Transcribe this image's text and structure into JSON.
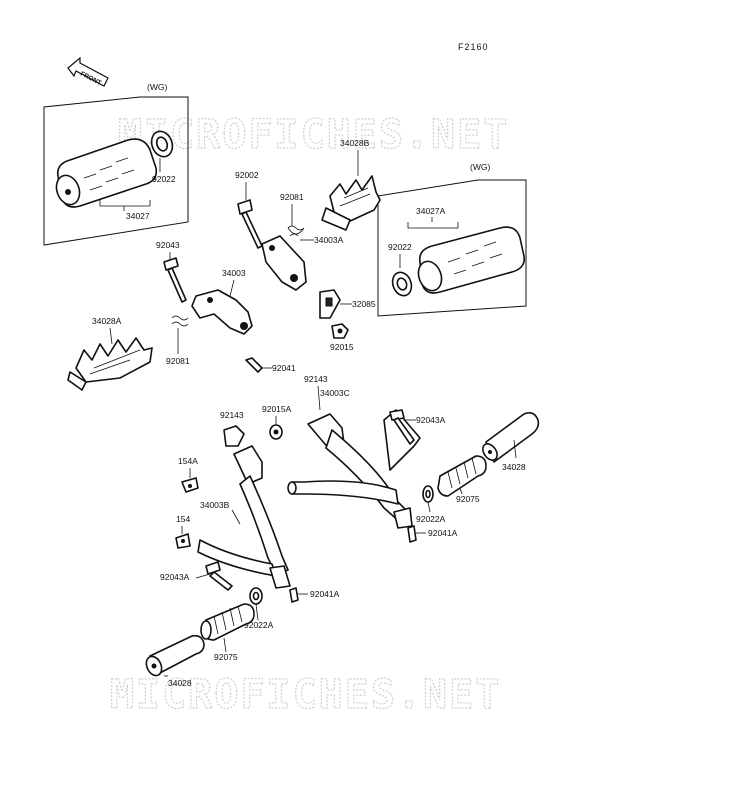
{
  "diagram": {
    "figure_code": "F2160",
    "front_label": "FRONT",
    "watermark": "MICROFICHES.NET",
    "groups": [
      {
        "label": "(WG)"
      },
      {
        "label": "(WG)"
      }
    ],
    "parts": {
      "p34027": "34027",
      "p92022_left": "92022",
      "p34028B": "34028B",
      "p92002": "92002",
      "p92081_top": "92081",
      "p34003A": "34003A",
      "p34027A": "34027A",
      "p92022_right": "92022",
      "p92043": "92043",
      "p34003": "34003",
      "p32085": "32085",
      "p34028A": "34028A",
      "p92015": "92015",
      "p92081_bottom": "92081",
      "p92041_top": "92041",
      "p92143_top": "92143",
      "p34003C": "34003C",
      "p92143_mid": "92143",
      "p92015A": "92015A",
      "p92043A_right": "92043A",
      "p154A": "154A",
      "p34028_right": "34028",
      "p34003B": "34003B",
      "p92075_right": "92075",
      "p92022A_right": "92022A",
      "p154": "154",
      "p92041A_right": "92041A",
      "p92043A_left": "92043A",
      "p92041A_left": "92041A",
      "p92022A_left": "92022A",
      "p92075_left": "92075",
      "p34028_left": "34028"
    }
  }
}
